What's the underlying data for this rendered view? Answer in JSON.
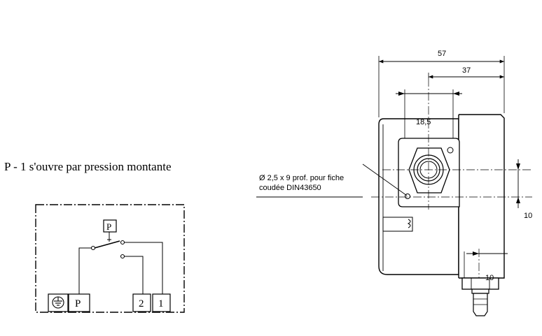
{
  "caption": "P - 1 s'ouvre par pression montante",
  "schematic": {
    "pressure_symbol": "P",
    "terminals": {
      "ground_symbol": "ground",
      "p": "P",
      "t2": "2",
      "t1": "1"
    }
  },
  "drawing": {
    "dims": {
      "d57": "57",
      "d37": "37",
      "d18_5": "18,5",
      "d10_right": "10",
      "d10_bottom": "10"
    },
    "note": {
      "line1": "Ø 2,5 x 9 prof. pour fiche",
      "line2": "coudée DIN43650"
    }
  },
  "icons": [
    "ground-icon",
    "pressure-icon"
  ]
}
